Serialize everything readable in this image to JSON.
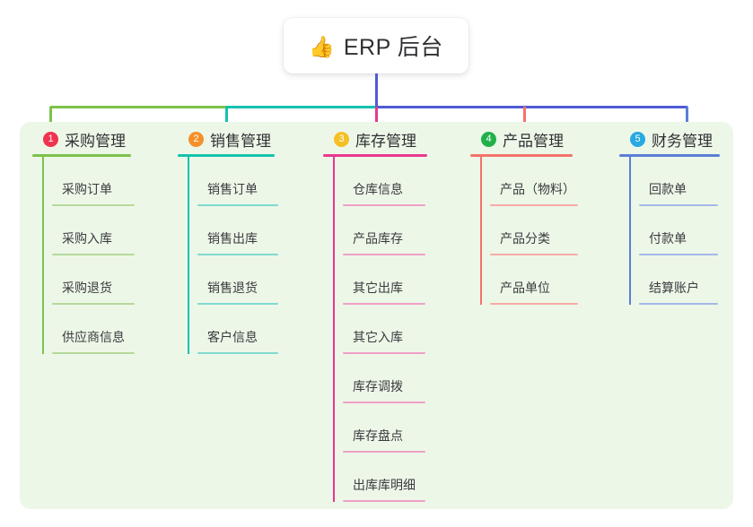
{
  "diagram": {
    "type": "mind-map",
    "background": "#ffffff",
    "panel_color": "#edf7e8",
    "root": {
      "icon": "thumbs-up-emoji",
      "icon_glyph": "👍",
      "title": "ERP 后台",
      "card_background": "#ffffff",
      "stem_color": "#4f5bd5"
    },
    "bus": {
      "segments": [
        {
          "name": "bus-green",
          "color": "#7dc24b"
        },
        {
          "name": "bus-teal",
          "color": "#13c2ae"
        },
        {
          "name": "bus-indigo",
          "color": "#4f5bd5"
        }
      ]
    },
    "columns": [
      {
        "index": "1",
        "badge_glyph": "1",
        "badge_color": "#f0334f",
        "title": "采购管理",
        "line_color": "#7dc24b",
        "item_line_color": "#b5d99a",
        "drop_color": "#7dc24b",
        "items": [
          {
            "label": "采购订单"
          },
          {
            "label": "采购入库"
          },
          {
            "label": "采购退货"
          },
          {
            "label": "供应商信息"
          }
        ]
      },
      {
        "index": "2",
        "badge_glyph": "2",
        "badge_color": "#f5902b",
        "title": "销售管理",
        "line_color": "#13c2ae",
        "item_line_color": "#7fd9cf",
        "drop_color": "#13c2ae",
        "items": [
          {
            "label": "销售订单"
          },
          {
            "label": "销售出库"
          },
          {
            "label": "销售退货"
          },
          {
            "label": "客户信息"
          }
        ]
      },
      {
        "index": "3",
        "badge_glyph": "3",
        "badge_color": "#f5c024",
        "title": "库存管理",
        "line_color": "#e8388f",
        "item_line_color": "#efa0c6",
        "drop_color": "#e8388f",
        "items": [
          {
            "label": "仓库信息"
          },
          {
            "label": "产品库存"
          },
          {
            "label": "其它出库"
          },
          {
            "label": "其它入库"
          },
          {
            "label": "库存调拨"
          },
          {
            "label": "库存盘点"
          },
          {
            "label": "出库库明细"
          }
        ]
      },
      {
        "index": "4",
        "badge_glyph": "4",
        "badge_color": "#22b04b",
        "title": "产品管理",
        "line_color": "#f4736b",
        "item_line_color": "#f7aaa4",
        "drop_color": "#f4736b",
        "items": [
          {
            "label": "产品（物料）"
          },
          {
            "label": "产品分类"
          },
          {
            "label": "产品单位"
          }
        ]
      },
      {
        "index": "5",
        "badge_glyph": "5",
        "badge_color": "#27a9e1",
        "title": "财务管理",
        "line_color": "#5a7fd6",
        "item_line_color": "#a3b9e8",
        "drop_color": "#5a7fd6",
        "items": [
          {
            "label": "回款单"
          },
          {
            "label": "付款单"
          },
          {
            "label": "结算账户"
          }
        ]
      }
    ]
  }
}
